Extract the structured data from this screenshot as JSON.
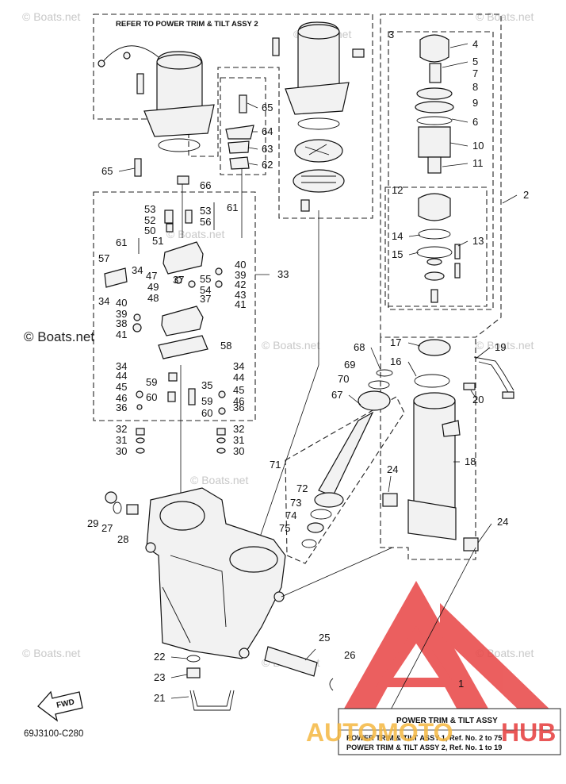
{
  "header_note": "REFER TO POWER TRIM & TILT ASSY 2",
  "diagram_code": "69J3100-C280",
  "fwd_label": "FWD",
  "watermark": "© Boats.net",
  "brand": {
    "part1": "AUTOMOTO",
    "part2": "HUB",
    "color_main": "#e63c3c",
    "color_accent": "#f5b841"
  },
  "legend": {
    "title": "POWER TRIM & TILT ASSY",
    "line1": "POWER TRIM & TILT ASSY 1,  Ref. No. 2 to 75",
    "line2": "POWER TRIM & TILT ASSY 2,  Ref. No. 1 to 19"
  },
  "labels": {
    "n1": "1",
    "n2": "2",
    "n3": "3",
    "n4": "4",
    "n5": "5",
    "n6": "6",
    "n7": "7",
    "n8": "8",
    "n9": "9",
    "n10": "10",
    "n11": "11",
    "n12": "12",
    "n13": "13",
    "n14": "14",
    "n15": "15",
    "n16": "16",
    "n17": "17",
    "n18": "18",
    "n19": "19",
    "n20": "20",
    "n21": "21",
    "n22": "22",
    "n23": "23",
    "n24a": "24",
    "n24b": "24",
    "n25": "25",
    "n26": "26",
    "n27": "27",
    "n28": "28",
    "n29": "29",
    "n30a": "30",
    "n30b": "30",
    "n31a": "31",
    "n31b": "31",
    "n32a": "32",
    "n32b": "32",
    "n33": "33",
    "n34a": "34",
    "n34b": "34",
    "n34c": "34",
    "n34d": "34",
    "n35": "35",
    "n36a": "36",
    "n36b": "36",
    "n37a": "37",
    "n37b": "37",
    "n38": "38",
    "n39a": "39",
    "n39b": "39",
    "n40a": "40",
    "n40b": "40",
    "n41a": "41",
    "n41b": "41",
    "n42": "42",
    "n43": "43",
    "n44a": "44",
    "n44b": "44",
    "n45a": "45",
    "n45b": "45",
    "n46a": "46",
    "n46b": "46",
    "n47": "47",
    "n48": "48",
    "n49": "49",
    "n50": "50",
    "n51": "51",
    "n52": "52",
    "n53a": "53",
    "n53b": "53",
    "n54": "54",
    "n55": "55",
    "n56": "56",
    "n57": "57",
    "n58": "58",
    "n59a": "59",
    "n59b": "59",
    "n60a": "60",
    "n60b": "60",
    "n61a": "61",
    "n61b": "61",
    "n62": "62",
    "n63": "63",
    "n64": "64",
    "n65a": "65",
    "n65b": "65",
    "n66": "66",
    "n67": "67",
    "n68": "68",
    "n69": "69",
    "n70": "70",
    "n71": "71",
    "n72": "72",
    "n73": "73",
    "n74": "74",
    "n75": "75"
  }
}
